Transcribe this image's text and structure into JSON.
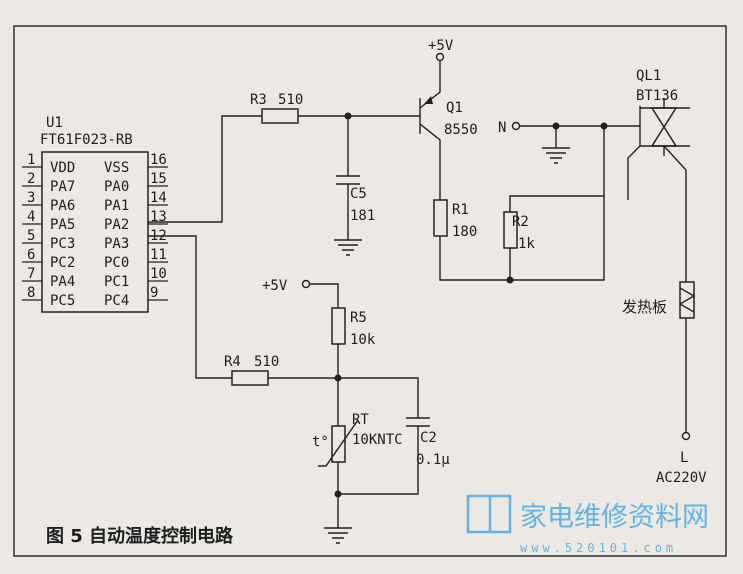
{
  "chip": {
    "ref": "U1",
    "part": "FT61F023-RB",
    "left_pins": [
      {
        "num": "1",
        "name": "VDD"
      },
      {
        "num": "2",
        "name": "PA7"
      },
      {
        "num": "3",
        "name": "PA6"
      },
      {
        "num": "4",
        "name": "PA5"
      },
      {
        "num": "5",
        "name": "PC3"
      },
      {
        "num": "6",
        "name": "PC2"
      },
      {
        "num": "7",
        "name": "PA4"
      },
      {
        "num": "8",
        "name": "PC5"
      }
    ],
    "right_pins": [
      {
        "num": "16",
        "name": "VSS"
      },
      {
        "num": "15",
        "name": "PA0"
      },
      {
        "num": "14",
        "name": "PA1"
      },
      {
        "num": "13",
        "name": "PA2"
      },
      {
        "num": "12",
        "name": "PA3"
      },
      {
        "num": "11",
        "name": "PC0"
      },
      {
        "num": "10",
        "name": "PC1"
      },
      {
        "num": "9",
        "name": "PC4"
      }
    ]
  },
  "components": {
    "r3": {
      "ref": "R3",
      "value": "510"
    },
    "r4": {
      "ref": "R4",
      "value": "510"
    },
    "r5": {
      "ref": "R5",
      "value": "10k"
    },
    "r1": {
      "ref": "R1",
      "value": "180"
    },
    "r2": {
      "ref": "R2",
      "value": "1k"
    },
    "c5": {
      "ref": "C5",
      "value": "181"
    },
    "c2": {
      "ref": "C2",
      "value": "0.1μ"
    },
    "rt": {
      "ref": "RT",
      "value": "10KNTC",
      "symbol": "t°"
    },
    "q1": {
      "ref": "Q1",
      "value": "8550"
    },
    "ql1": {
      "ref": "QL1",
      "value": "BT136"
    }
  },
  "nets": {
    "vcc_top": "+5V",
    "vcc_mid": "+5V",
    "neutral": "N",
    "line": "L",
    "mains": "AC220V"
  },
  "heater_label": "发热板",
  "caption": "图 5  自动温度控制电路",
  "watermark": {
    "brand": "家电维修资料网",
    "url": "www.520101.com"
  }
}
